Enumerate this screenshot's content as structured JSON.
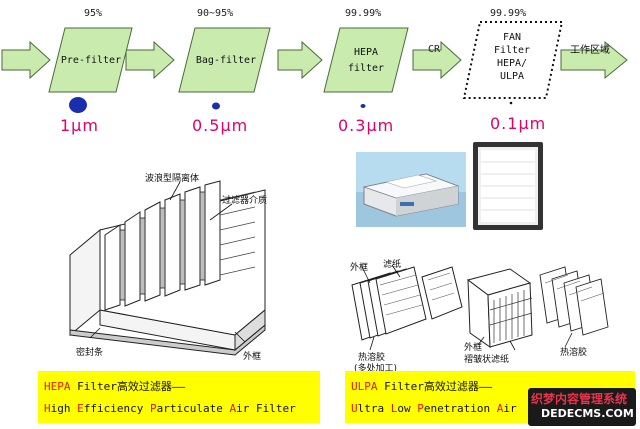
{
  "flow": {
    "stages": [
      {
        "pct": "95%",
        "line1": "Pre-filter",
        "line2": "",
        "size": "1μm"
      },
      {
        "pct": "90~95%",
        "line1": "Bag-filter",
        "line2": "",
        "size": "0.5μm"
      },
      {
        "pct": "99.99%",
        "line1": "HEPA",
        "line2": "filter",
        "size": "0.3μm"
      },
      {
        "pct": "99.99%",
        "line1": "FAN",
        "line2": "Filter",
        "line3": "HEPA/",
        "line4": "ULPA",
        "size": "0.1μm"
      }
    ],
    "cr_label": "CR",
    "work_area": "工作区域"
  },
  "hepa_diagram": {
    "label_wave": "波浪型隔离体",
    "label_media": "过滤器介质",
    "label_seal": "密封条",
    "label_frame": "外框"
  },
  "ulpa_diagram": {
    "label_frame_top": "外框",
    "label_paper": "滤纸",
    "label_hotmelt_left": "热溶胶",
    "label_multi": "(多处加工)",
    "label_frame_bottom": "外框",
    "label_pleat": "褶皱状滤纸",
    "label_hotmelt_right": "热溶胶"
  },
  "captions": {
    "hepa": {
      "line1_h": "HEPA",
      "line1_rest": " Filter高效过滤器——",
      "w1a": "H",
      "w1b": "igh ",
      "w2a": "E",
      "w2b": "fficiency ",
      "w3a": "P",
      "w3b": "articulate ",
      "w4a": "A",
      "w4b": "ir Filter"
    },
    "ulpa": {
      "line1_h": "ULPA",
      "line1_rest": " Filter高效过滤器——",
      "w1a": "U",
      "w1b": "ltra ",
      "w2a": "L",
      "w2b": "ow ",
      "w3a": "P",
      "w3b": "enetration ",
      "w4a": "A",
      "w4b": "ir"
    }
  },
  "watermark": {
    "line1": "织梦内容管理系统",
    "line2": "DEDECMS.COM"
  },
  "colors": {
    "arrow_fill": "#c9ecae",
    "arrow_stroke": "#4a6a3a",
    "stage_fill": "#c9ecae",
    "dot": "#1a2fb0",
    "size_text": "#e0006a",
    "caption_bg": "#ffff00",
    "caption_highlight": "#e01818"
  }
}
